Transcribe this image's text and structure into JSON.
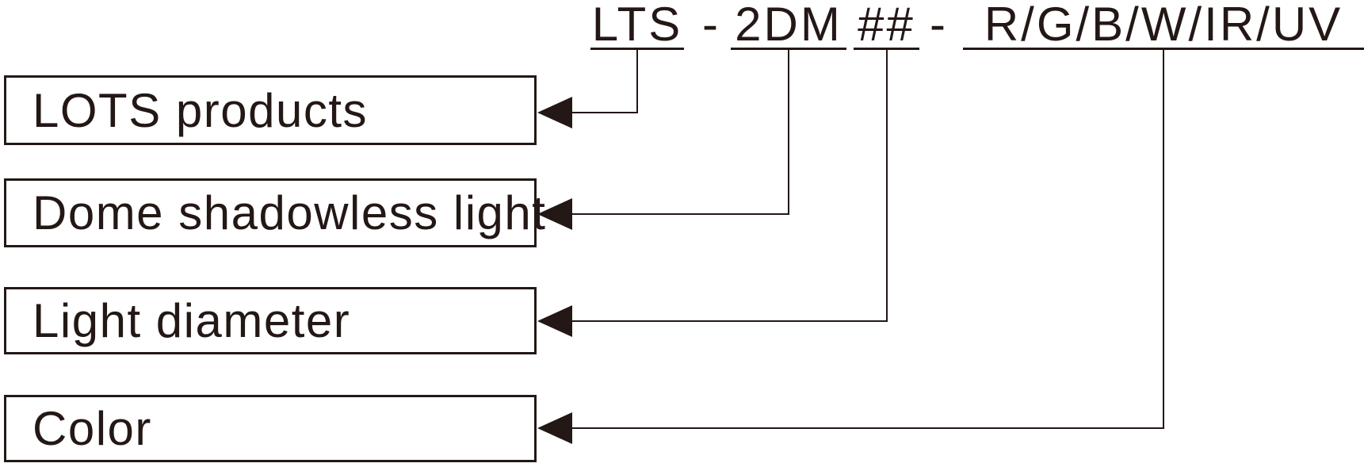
{
  "colors": {
    "ink": "#231815",
    "background": "#ffffff"
  },
  "code": {
    "segments": [
      "LTS",
      "2DM",
      "##",
      "R/G/B/W/IR/UV"
    ],
    "separator": "-"
  },
  "mappings": [
    {
      "code_part": "LTS",
      "label": "LOTS products"
    },
    {
      "code_part": "2DM",
      "label": "Dome shadowless light"
    },
    {
      "code_part": "##",
      "label": "Light diameter"
    },
    {
      "code_part": "R/G/B/W/IR/UV",
      "label": "Color"
    }
  ]
}
